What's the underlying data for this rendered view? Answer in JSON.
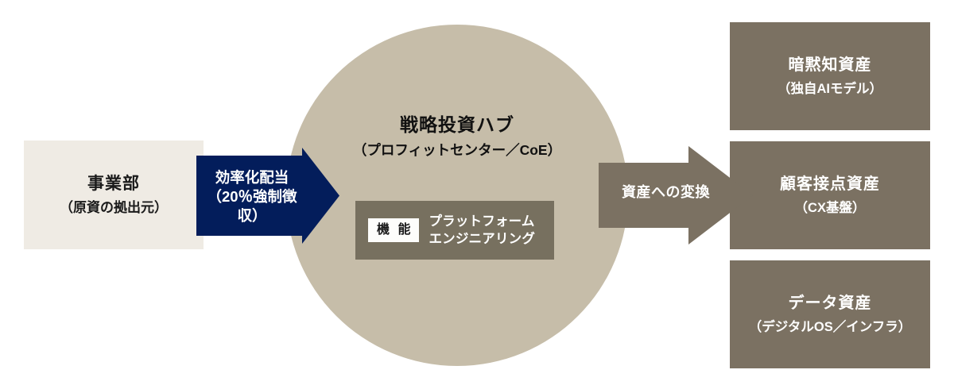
{
  "diagram": {
    "source": {
      "title": "事業部",
      "subtitle": "（原資の拠出元）"
    },
    "allocation_arrow": {
      "label_line1": "効率化配当",
      "label_line2": "（20％強制徴収）",
      "color": "#031d5b"
    },
    "hub": {
      "title": "戦略投資ハブ",
      "subtitle": "（プロフィットセンター／CoE）",
      "circle_color": "#c6bda9",
      "function_bar": {
        "chip_label": "機 能",
        "label_line1": "プラットフォーム",
        "label_line2": "エンジニアリング",
        "bar_color": "#77705f",
        "chip_color": "#fdfdfb"
      }
    },
    "conversion_arrow": {
      "label": "資産への変換",
      "color": "#7b7162"
    },
    "assets": [
      {
        "title": "暗黙知資産",
        "subtitle": "（独自AIモデル）"
      },
      {
        "title": "顧客接点資産",
        "subtitle": "（CX基盤）"
      },
      {
        "title": "データ資産",
        "subtitle": "（デジタルOS／インフラ）"
      }
    ],
    "colors": {
      "source_box": "#efebe4",
      "asset_box": "#7b7162",
      "background": "#ffffff"
    }
  }
}
